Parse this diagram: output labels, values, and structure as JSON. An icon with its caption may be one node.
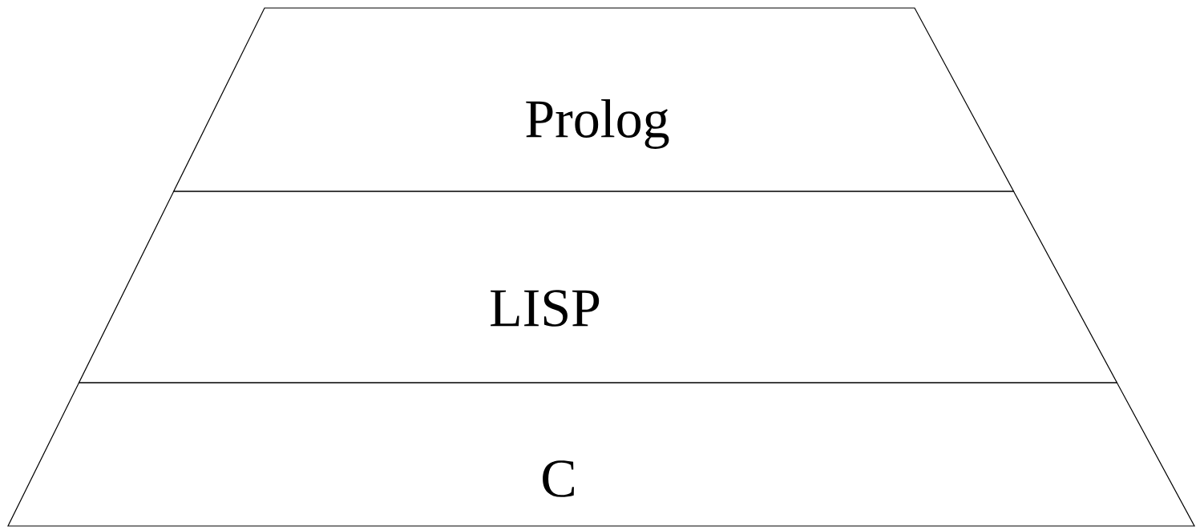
{
  "diagram": {
    "nodes": [
      {
        "text": [
          "Prolog"
        ]
      },
      {
        "text": [
          "LISP"
        ]
      },
      {
        "text": [
          "C"
        ]
      }
    ]
  }
}
